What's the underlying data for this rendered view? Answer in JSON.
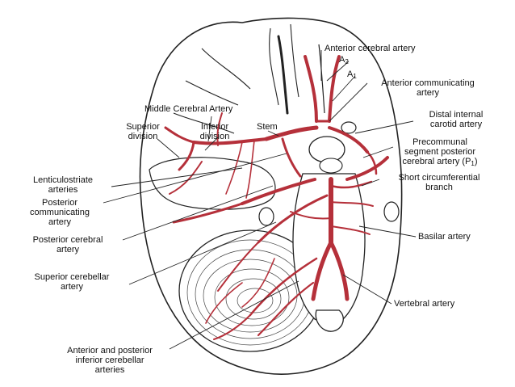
{
  "diagram": {
    "labels": {
      "anterior_cerebral": "Anterior cerebral artery",
      "a2_base": "A",
      "a2_sub": "2",
      "a1_base": "A",
      "a1_sub": "1",
      "anterior_communicating_1": "Anterior communicating",
      "anterior_communicating_2": "artery",
      "distal_internal_carotid_1": "Distal internal",
      "distal_internal_carotid_2": "carotid artery",
      "precommunal_1": "Precommunal",
      "precommunal_2": "segment posterior",
      "precommunal_3": "cerebral artery (P",
      "precommunal_sub": "1",
      "precommunal_close": ")",
      "short_circumferential_1": "Short circumferential",
      "short_circumferential_2": "branch",
      "basilar": "Basilar artery",
      "vertebral": "Vertebral artery",
      "middle_cerebral": "Middle Cerebral Artery",
      "superior_division_1": "Superior",
      "superior_division_2": "division",
      "inferior_division_1": "Inferior",
      "inferior_division_2": "division",
      "stem": "Stem",
      "lenticulostriate_1": "Lenticulostriate",
      "lenticulostriate_2": "arteries",
      "posterior_communicating_1": "Posterior",
      "posterior_communicating_2": "communicating",
      "posterior_communicating_3": "artery",
      "posterior_cerebral_1": "Posterior cerebral",
      "posterior_cerebral_2": "artery",
      "superior_cerebellar_1": "Superior cerebellar",
      "superior_cerebellar_2": "artery",
      "ant_post_inferior_cerebellar_1": "Anterior and posterior",
      "ant_post_inferior_cerebellar_2": "inferior cerebellar",
      "ant_post_inferior_cerebellar_3": "arteries"
    },
    "colors": {
      "artery": "#b5303a",
      "outline": "#222222",
      "background": "#ffffff"
    }
  }
}
